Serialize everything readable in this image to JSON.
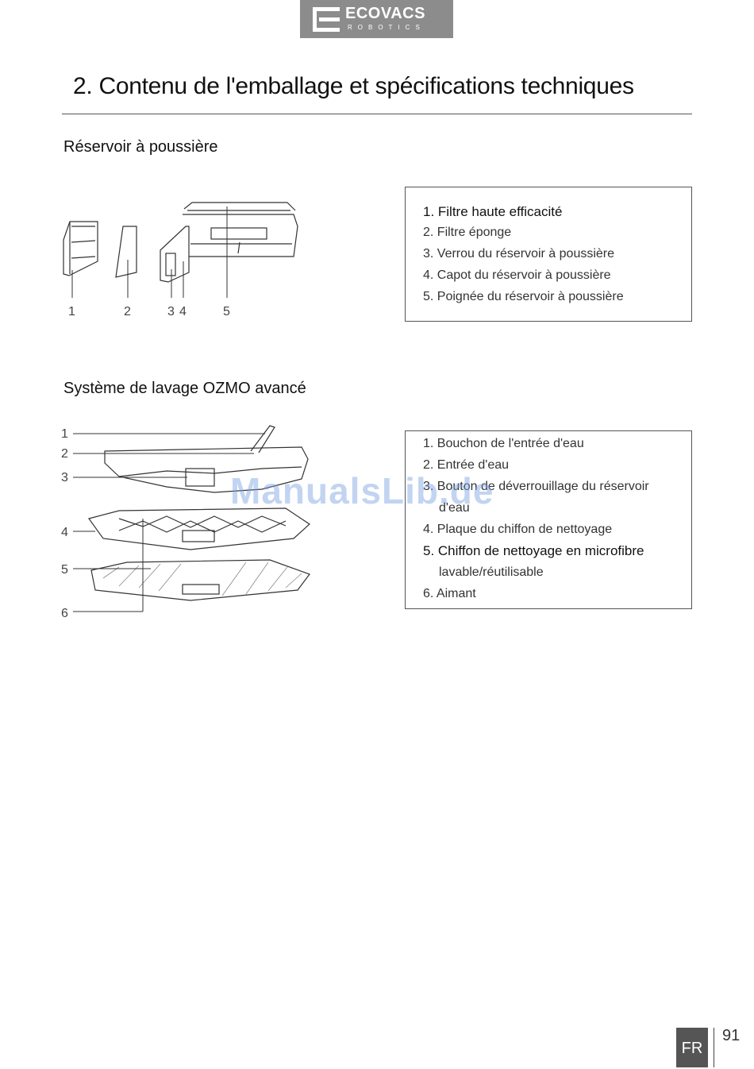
{
  "logo": {
    "name": "ECOVACS",
    "sub": "ROBOTICS"
  },
  "page_title": "2. Contenu de l'emballage et spécifications techniques",
  "section1": {
    "heading": "Réservoir à poussière",
    "diagram_numbers": [
      "1",
      "2",
      "3",
      "4",
      "5"
    ],
    "items": [
      "1. Filtre haute efficacité",
      "2. Filtre éponge",
      "3. Verrou du réservoir à poussière",
      "4. Capot du réservoir à poussière",
      "5. Poignée du réservoir à poussière"
    ]
  },
  "section2": {
    "heading": "Système de lavage OZMO avancé",
    "diagram_numbers": [
      "1",
      "2",
      "3",
      "4",
      "5",
      "6"
    ],
    "items": [
      "1. Bouchon de l'entrée d'eau",
      "2. Entrée d'eau",
      "3. Bouton de déverrouillage du réservoir",
      "d'eau",
      "4. Plaque du chiffon de nettoyage",
      "5. Chiffon de nettoyage en microfibre",
      "lavable/réutilisable",
      "6. Aimant"
    ]
  },
  "watermark": "ManualsLib.de",
  "footer": {
    "lang": "FR",
    "page": "91"
  }
}
